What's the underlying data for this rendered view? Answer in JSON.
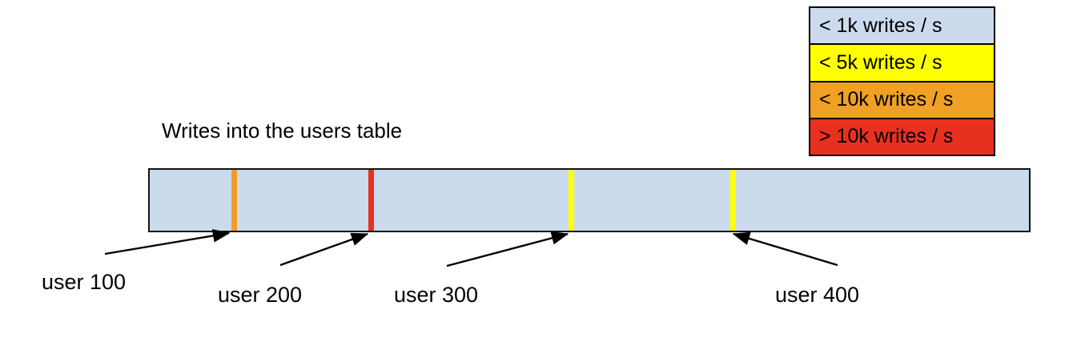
{
  "chart_data": {
    "type": "bar",
    "title": "Writes into the users table",
    "xlabel": "",
    "ylabel": "",
    "orientation": "horizontal-range",
    "description": "A single horizontal keyspace bar representing the users table, shaded light blue (< 1k writes / s) with colored vertical markers at four user boundaries indicating write-rate hotspots.",
    "categories": [
      "user 100",
      "user 200",
      "user 300",
      "user 400"
    ],
    "values": [
      "< 10k writes / s",
      "> 10k writes / s",
      "< 5k writes / s",
      "< 5k writes / s"
    ],
    "marker_colors": [
      "#ef9d24",
      "#e8301f",
      "#ffff00",
      "#ffff00"
    ],
    "marker_positions_pct": [
      9.3,
      24.9,
      47.7,
      66.1
    ],
    "background_band": "< 1k writes / s",
    "background_color": "#ccdaee",
    "legend_position": "top-right",
    "grid": false
  },
  "legend": {
    "name": "write-rate-legend",
    "items": [
      {
        "label": "< 1k writes / s",
        "color": "#ccdaee"
      },
      {
        "label": "< 5k writes / s",
        "color": "#ffff00"
      },
      {
        "label": "< 10k writes / s",
        "color": "#f0a022"
      },
      {
        "label": "> 10k writes / s",
        "color": "#e8301f"
      }
    ]
  },
  "chart": {
    "title": "Writes into the users table",
    "bar": {
      "fill_color": "#ccdaee",
      "border_color": "#111111"
    },
    "markers": [
      {
        "name": "marker-user-100",
        "color": "#ef9d24",
        "left_pct": 9.26
      },
      {
        "name": "marker-user-200",
        "color": "#e8301f",
        "left_pct": 24.86
      },
      {
        "name": "marker-user-300",
        "color": "#ffff00",
        "left_pct": 47.64
      },
      {
        "name": "marker-user-400",
        "color": "#ffff00",
        "left_pct": 66.06
      }
    ],
    "annotations": [
      {
        "name": "annotation-user-100",
        "label": "user 100"
      },
      {
        "name": "annotation-user-200",
        "label": "user 200"
      },
      {
        "name": "annotation-user-300",
        "label": "user 300"
      },
      {
        "name": "annotation-user-400",
        "label": "user 400"
      }
    ]
  }
}
